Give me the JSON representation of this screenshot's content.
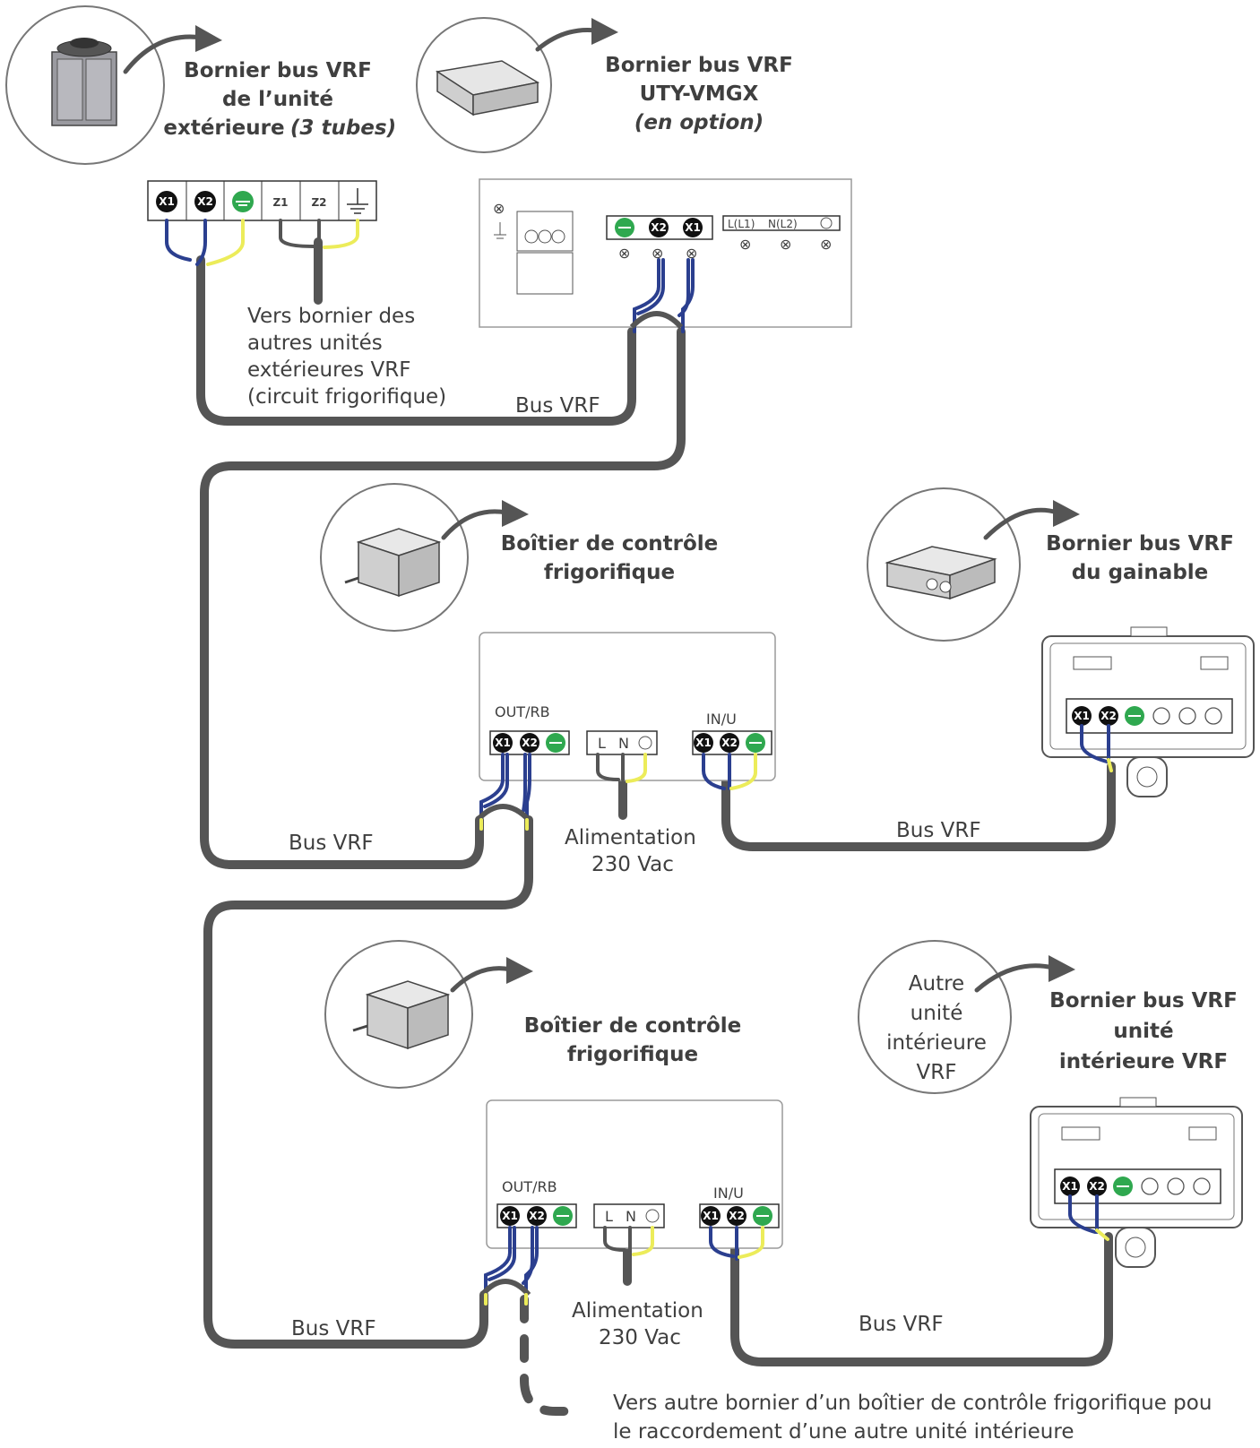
{
  "units": {
    "outdoor": {
      "title_line1": "Bornier bus VRF",
      "title_line2": "de l’unité",
      "title_line3": "extérieure",
      "title_italic": "(3 tubes)"
    },
    "vmgx": {
      "title_line1": "Bornier bus VRF",
      "title_line2": "UTY-VMGX",
      "title_italic": "(en option)"
    },
    "control_box_1": {
      "title_line1": "Boîtier de contrôle",
      "title_line2": "frigorifique"
    },
    "ducted": {
      "title_line1": "Bornier bus VRF",
      "title_line2": "du gainable"
    },
    "control_box_2": {
      "title_line1": "Boîtier de contrôle",
      "title_line2": "frigorifique"
    },
    "indoor": {
      "title_line1": "Bornier bus VRF",
      "title_line2": "unité",
      "title_line3": "intérieure VRF"
    },
    "other_indoor_circle": {
      "line1": "Autre",
      "line2": "unité",
      "line3": "intérieure",
      "line4": "VRF"
    }
  },
  "terminals": {
    "x1": "X1",
    "x2": "X2",
    "z1": "Z1",
    "z2": "Z2",
    "l": "L",
    "n": "N",
    "l_l1": "L(L1)",
    "n_l2": "N(L2)",
    "out_rb": "OUT/RB",
    "in_u": "IN/U"
  },
  "labels": {
    "other_outdoor_line1": "Vers bornier des",
    "other_outdoor_line2": "autres unités",
    "other_outdoor_line3": "extérieures VRF",
    "other_outdoor_line4": "(circuit frigorifique)",
    "bus_vrf": "Bus VRF",
    "power_line1": "Alimentation",
    "power_line2": "230 Vac",
    "footer_line1": "Vers autre bornier d’un boîtier de contrôle frigorifique pou",
    "footer_line2": "le raccordement d’une autre unité intérieure"
  },
  "colors": {
    "cable": "#555555",
    "wire_blue": "#2b3f8f",
    "wire_yellow": "#ecec5a",
    "terminal_black": "#111111",
    "terminal_green": "#2fa84f",
    "text": "#3f3f3f"
  }
}
